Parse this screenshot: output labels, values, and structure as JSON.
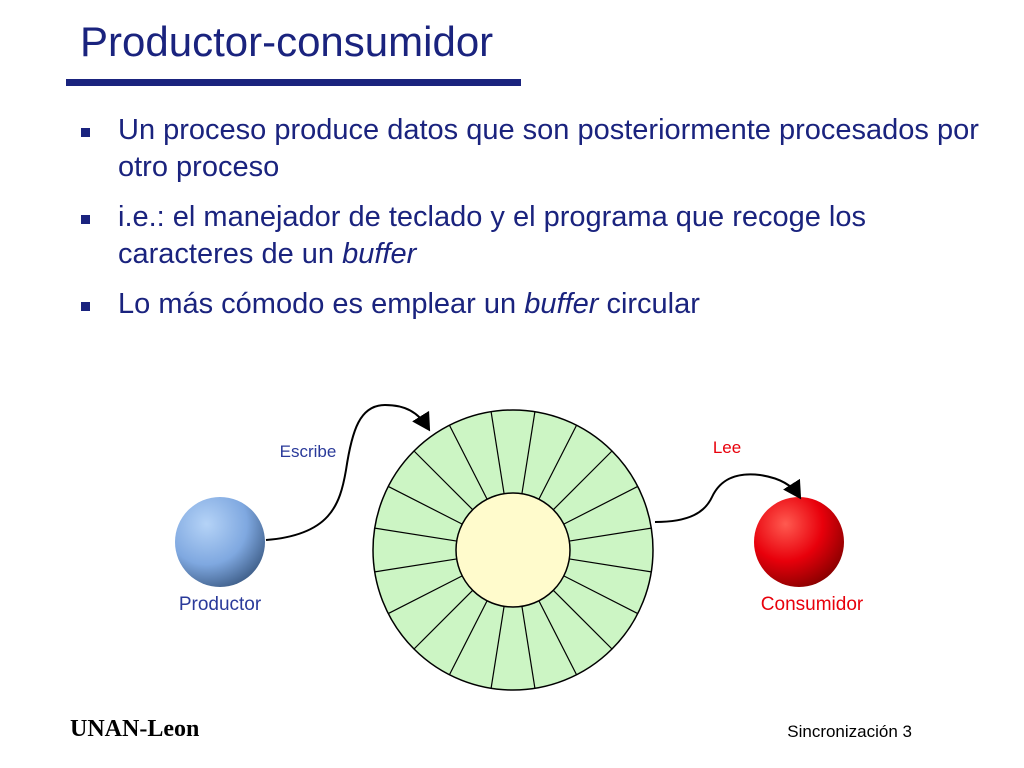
{
  "slide": {
    "title": "Productor-consumidor"
  },
  "bullets": [
    {
      "before": "Un proceso produce datos que son posteriormente procesados por otro proceso",
      "em": "",
      "after": ""
    },
    {
      "before": "i.e.: el manejador de teclado y el programa que recoge los caracteres de un ",
      "em": "buffer",
      "after": ""
    },
    {
      "before": "Lo más cómodo es emplear un ",
      "em": "buffer",
      "after": " circular"
    }
  ],
  "diagram": {
    "producer_label": "Productor",
    "consumer_label": "Consumidor",
    "write_label": "Escribe",
    "read_label": "Lee",
    "buffer_slots": 20,
    "colors": {
      "text_blue": "#1a237e",
      "label_blue": "#2a3a9a",
      "consumer_red": "#e8000b",
      "buffer_green": "#ccf5c4",
      "buffer_center": "#fffbcc",
      "producer_blue": "#7fa8e0"
    }
  },
  "footer": {
    "institution": "UNAN-Leon",
    "slide_label": "Sincronización 3"
  }
}
